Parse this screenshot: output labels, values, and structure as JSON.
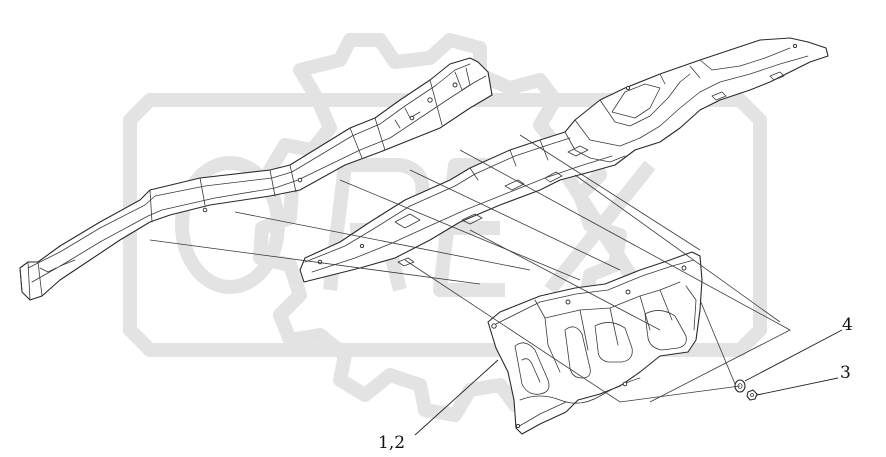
{
  "watermark": {
    "text": "OREX",
    "color": "#e6e6e6"
  },
  "corner_mark": "",
  "callouts": [
    {
      "id": "c1",
      "label": "1,2"
    },
    {
      "id": "c3",
      "label": "3"
    },
    {
      "id": "c4",
      "label": "4"
    }
  ],
  "colors": {
    "line": "#2a2a2a",
    "background": "#ffffff",
    "watermark": "#e6e6e6"
  }
}
